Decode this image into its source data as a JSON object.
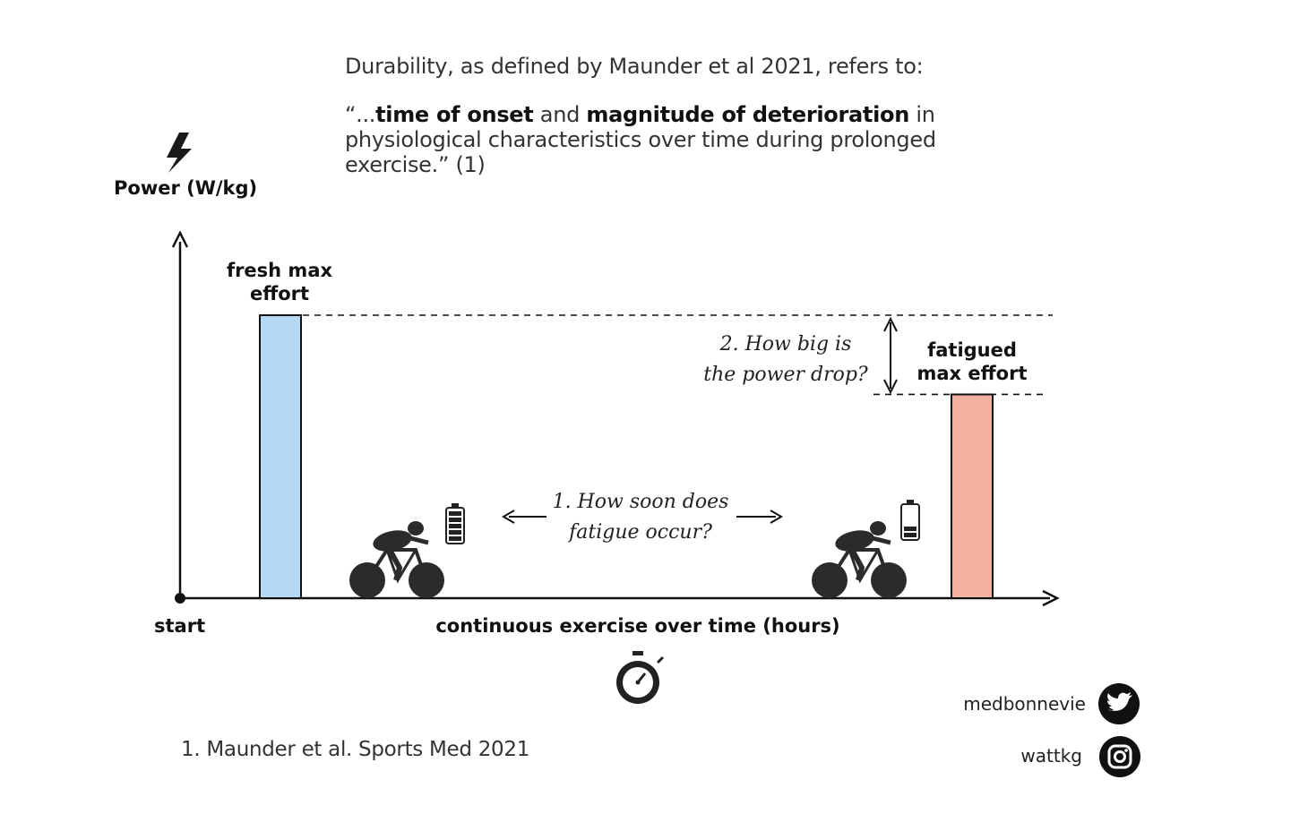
{
  "header": {
    "intro": "Durability, as defined by Maunder et al 2021, refers to:",
    "quote_open": "“...",
    "quote_bold_1": "time of onset",
    "quote_mid": " and ",
    "quote_bold_2": "magnitude of deterioration",
    "quote_rest": " in physiological characteristics over time during prolonged exercise.” (1)"
  },
  "axes": {
    "y_label": "Power (W/kg)",
    "origin_label": "start",
    "x_label": "continuous exercise over time (hours)"
  },
  "bars": [
    {
      "label_line1": "fresh max",
      "label_line2": "effort",
      "value": 1.0,
      "color": "#b3d9f7"
    },
    {
      "label_line1": "fatigued",
      "label_line2": "max effort",
      "value": 0.72,
      "color": "#f2b0a0"
    }
  ],
  "annotations": {
    "onset_line1": "1. How soon does",
    "onset_line2": "fatigue occur?",
    "drop_line1": "2. How big is",
    "drop_line2": "the power drop?"
  },
  "icons": [
    "lightning-icon",
    "cyclist-icon",
    "battery-full-icon",
    "battery-low-icon",
    "stopwatch-icon",
    "twitter-icon",
    "instagram-icon"
  ],
  "reference": "1. Maunder et al. Sports Med 2021",
  "social": {
    "twitter": "medbonnevie",
    "instagram": "wattkg"
  }
}
